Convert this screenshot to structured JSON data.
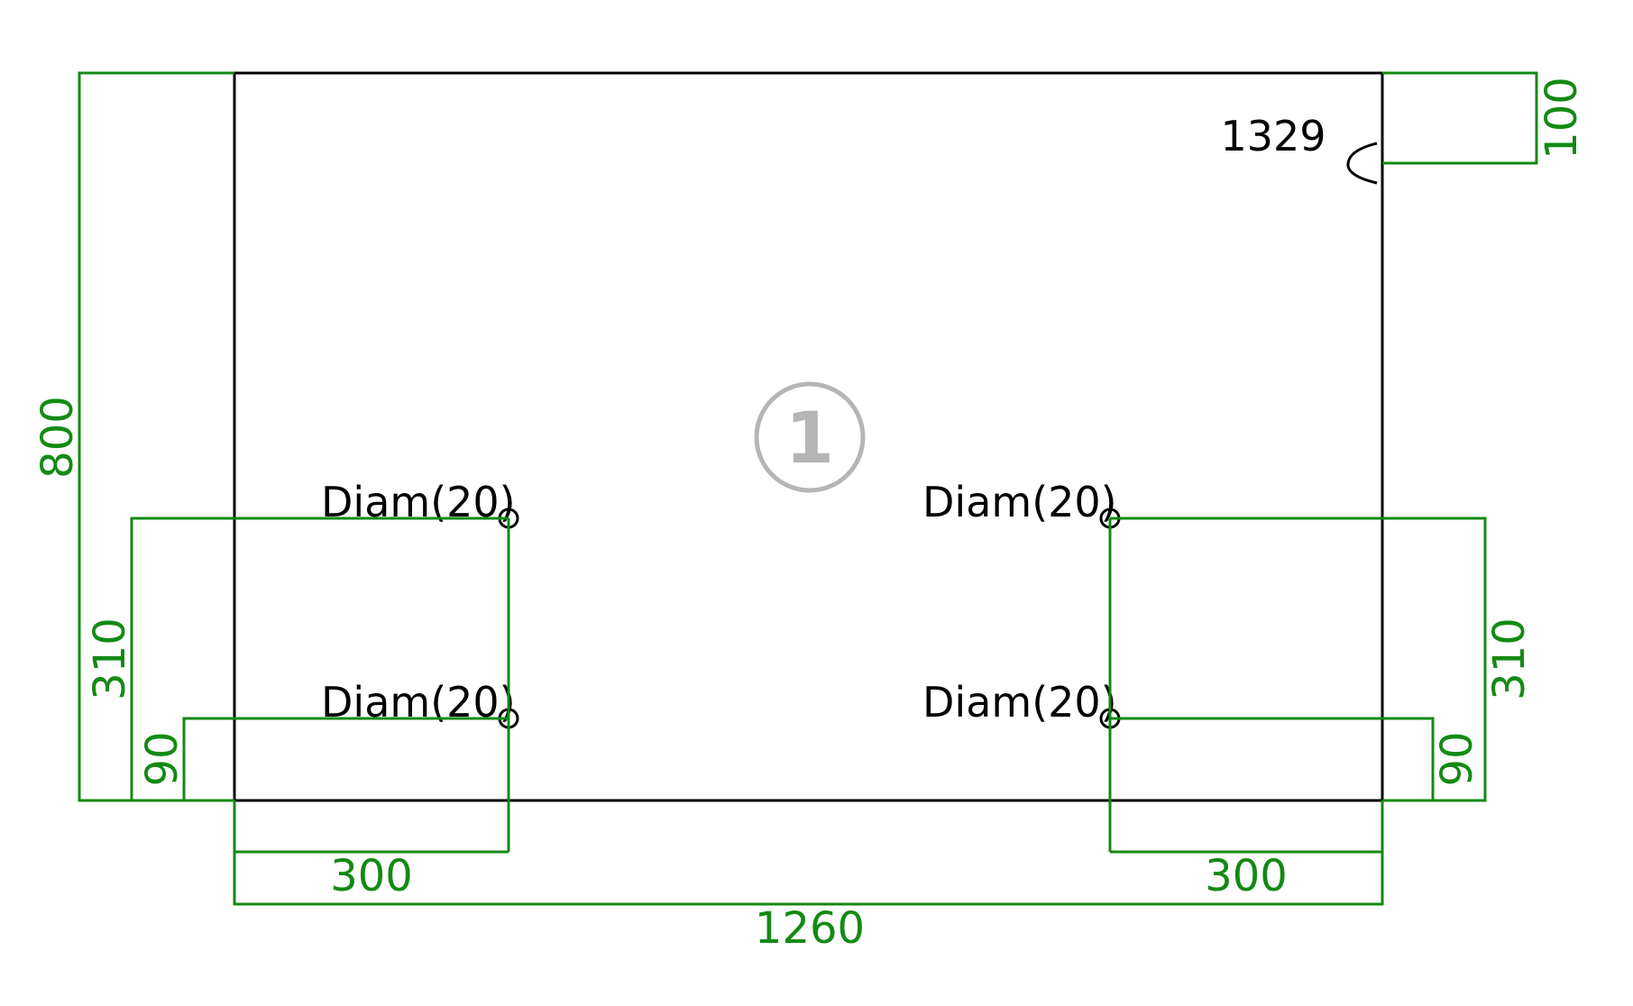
{
  "colors": {
    "dimension": "#138a13",
    "outline": "#000000",
    "badge": "#b5b5b5"
  },
  "panel": {
    "badge_number": "1",
    "edge_mark_label": "1329"
  },
  "holes": [
    {
      "label": "Diam(20)"
    },
    {
      "label": "Diam(20)"
    },
    {
      "label": "Diam(20)"
    },
    {
      "label": "Diam(20)"
    }
  ],
  "dimensions": {
    "overall_height": "800",
    "overall_width": "1260",
    "top_right_offset": "100",
    "left_hole_upper": "310",
    "left_hole_lower": "90",
    "right_hole_upper": "310",
    "right_hole_lower": "90",
    "left_hole_x": "300",
    "right_hole_x": "300"
  }
}
